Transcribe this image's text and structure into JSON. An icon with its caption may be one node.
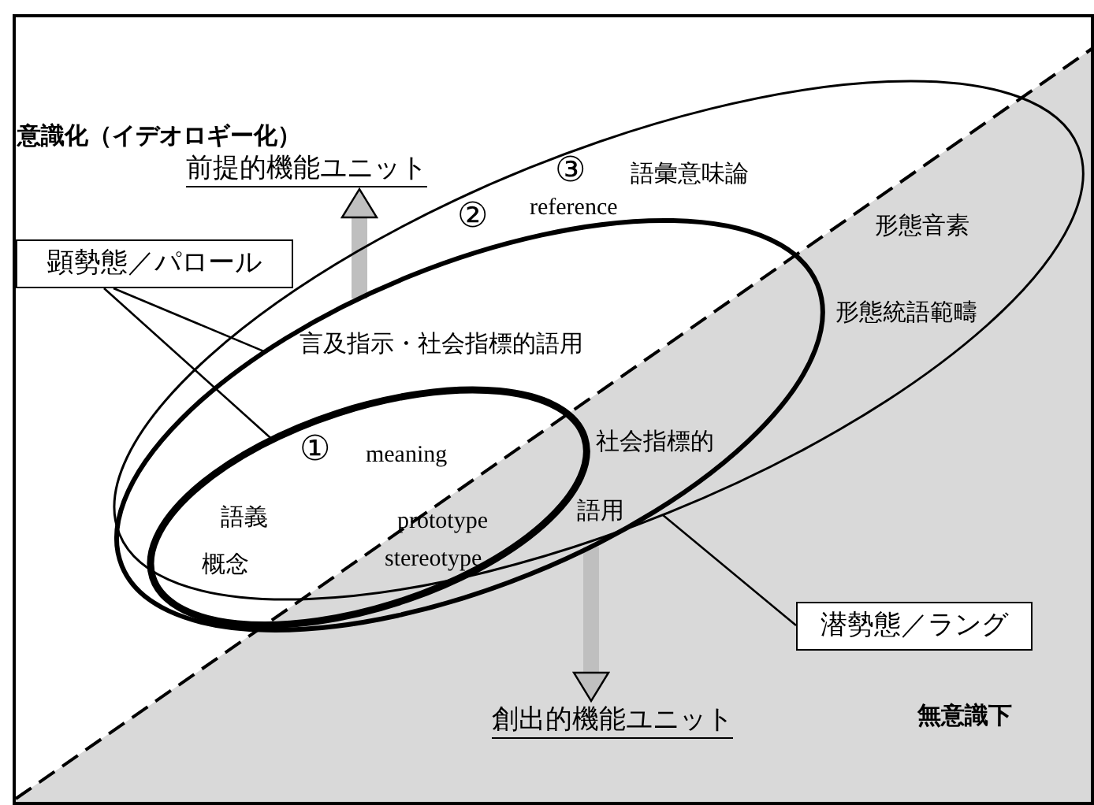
{
  "diagram": {
    "nodes": [
      {
        "text": [
          "③",
          "語彙意味論",
          "形態音素",
          "形態統語範疇"
        ]
      },
      {
        "text": [
          "②",
          "reference",
          "言及指示・社会指標的語用",
          "社会指標的",
          "語用"
        ],
        "in": 0
      },
      {
        "text": [
          "①",
          "meaning",
          "語義",
          "prototype",
          "概念",
          "stereotype"
        ],
        "in": 1
      },
      {
        "text": [
          "顕勢態／パロール"
        ]
      },
      {
        "text": [
          "潜勢態／ラング"
        ]
      },
      {
        "text": [
          "前提的機能ユニット"
        ]
      },
      {
        "text": [
          "創出的機能ユニット"
        ]
      }
    ],
    "edges": [
      {
        "from": 3,
        "to": 1,
        "arrow": "none"
      },
      {
        "from": 3,
        "to": 2,
        "arrow": "none"
      },
      {
        "from": 4,
        "to": 0,
        "arrow": "none"
      },
      {
        "from": 1,
        "to": 5,
        "arrow": "to",
        "style": "thick",
        "color": "#bfbfbf"
      },
      {
        "from": 1,
        "to": 6,
        "arrow": "to",
        "style": "thick",
        "color": "#bfbfbf"
      }
    ],
    "labels": [
      "意識化（イデオロギー化）",
      "無意識下"
    ]
  }
}
